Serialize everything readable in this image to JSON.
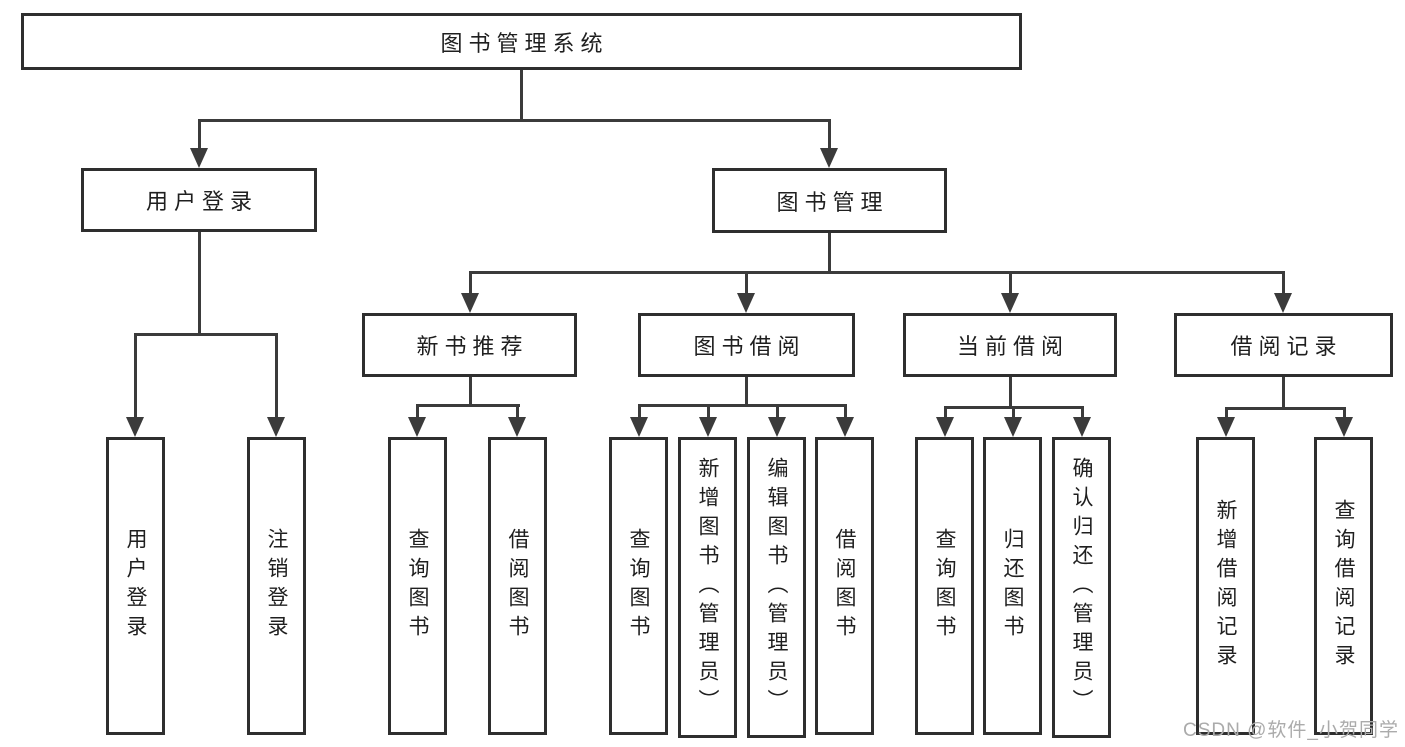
{
  "diagram": {
    "type": "hierarchy-tree",
    "title": "图书管理系统",
    "watermark": "CSDN @软件_小贺同学",
    "colors": {
      "background": "#ffffff",
      "box_border": "#2e2e2e",
      "connector_line": "#3b3b3b",
      "text": "#1f1f1f",
      "watermark_text": "#ababab"
    },
    "nodes": {
      "root": "图书管理系统",
      "user_login": "用户登录",
      "book_mgmt": "图书管理",
      "new_book_rec": "新书推荐",
      "book_borrow": "图书借阅",
      "current_borrow": "当前借阅",
      "borrow_record": "借阅记录",
      "leaf_user_login": "用户登录",
      "leaf_logout": "注销登录",
      "leaf_query_book_1": "查询图书",
      "leaf_borrow_book_1": "借阅图书",
      "leaf_query_book_2": "查询图书",
      "leaf_add_book": "新增图书（管理员）",
      "leaf_edit_book": "编辑图书（管理员）",
      "leaf_borrow_book_2": "借阅图书",
      "leaf_query_book_3": "查询图书",
      "leaf_return_book": "归还图书",
      "leaf_confirm_return": "确认归还（管理员）",
      "leaf_add_record": "新增借阅记录",
      "leaf_query_record": "查询借阅记录"
    },
    "hierarchy": {
      "root": [
        "user_login",
        "book_mgmt"
      ],
      "user_login": [
        "leaf_user_login",
        "leaf_logout"
      ],
      "book_mgmt": [
        "new_book_rec",
        "book_borrow",
        "current_borrow",
        "borrow_record"
      ],
      "new_book_rec": [
        "leaf_query_book_1",
        "leaf_borrow_book_1"
      ],
      "book_borrow": [
        "leaf_query_book_2",
        "leaf_add_book",
        "leaf_edit_book",
        "leaf_borrow_book_2"
      ],
      "current_borrow": [
        "leaf_query_book_3",
        "leaf_return_book",
        "leaf_confirm_return"
      ],
      "borrow_record": [
        "leaf_add_record",
        "leaf_query_record"
      ]
    }
  }
}
